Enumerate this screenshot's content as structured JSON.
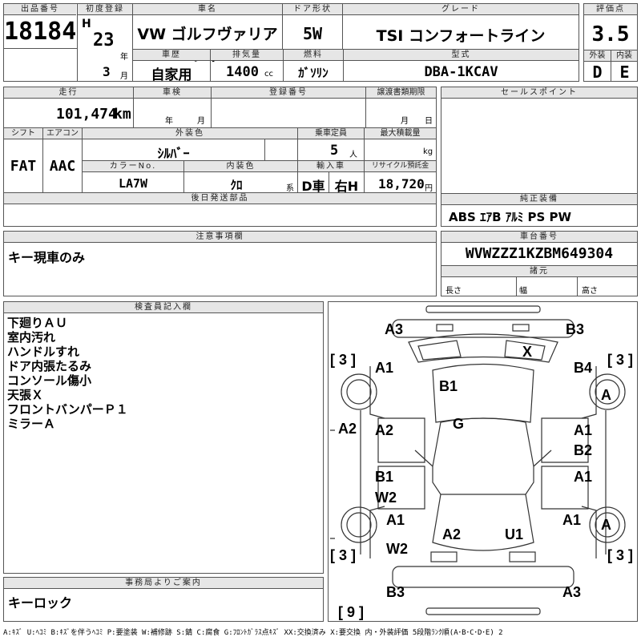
{
  "header": {
    "lot_label": "出品番号",
    "lot": "18184",
    "reg_label": "初度登録",
    "era": "H",
    "year": "23",
    "year_unit": "年",
    "month": "3",
    "month_unit": "月",
    "name_label": "車名",
    "name": "VW ゴルフヴァリアント",
    "door_label": "ドア形状",
    "door": "5W",
    "grade_label": "グレード",
    "grade": "TSI コンフォートライン",
    "score_label": "評価点",
    "score": "3.5",
    "history_label": "車歴",
    "history": "自家用",
    "disp_label": "排気量",
    "disp": "1400",
    "disp_unit": "cc",
    "fuel_label": "燃料",
    "fuel": "ｶﾞｿﾘﾝ",
    "model_label": "型式",
    "model": "DBA-1KCAV",
    "ext_label": "外装",
    "ext": "D",
    "int_label": "内装",
    "int": "E"
  },
  "row2": {
    "mileage_label": "走行",
    "mileage": "101,474",
    "mileage_unit": "km",
    "inspection_label": "車検",
    "insp_year": "年",
    "insp_month": "月",
    "regno_label": "登録番号",
    "transfer_label": "譲渡書類期限",
    "tr_month": "月",
    "tr_day": "日",
    "sales_label": "セールスポイント"
  },
  "row3": {
    "shift_label": "シフト",
    "shift": "FAT",
    "ac_label": "エアコン",
    "ac": "AAC",
    "ext_color_label": "外装色",
    "ext_color": "ｼﾙﾊﾞｰ",
    "capacity_label": "乗車定員",
    "capacity": "5",
    "capacity_unit": "人",
    "load_label": "最大積載量",
    "load_unit": "kg",
    "color_no_label": "カラーNo.",
    "color_no": "LA7W",
    "int_color_label": "内装色",
    "int_color": "ｸﾛ",
    "int_color_unit": "系",
    "import_label": "輸入車",
    "import1": "D車",
    "import2": "右H",
    "recycle_label": "リサイクル預託金",
    "recycle": "18,720",
    "recycle_unit": "円",
    "parts_label": "後日発送部品",
    "equip_label": "純正装備",
    "equip": "ABS ｴｱB ｱﾙﾐ PS PW"
  },
  "notes": {
    "caution_label": "注意事項欄",
    "caution": "キー現車のみ",
    "vin_label": "車台番号",
    "vin": "WVWZZZ1KZBM649304",
    "dims_label": "諸元",
    "length": "長さ",
    "width": "幅",
    "height": "高さ",
    "inspector_label": "検査員記入欄",
    "inspector_lines": [
      "下廻りＡＵ",
      "室内汚れ",
      "ハンドルすれ",
      "ドア内張たるみ",
      "コンソール傷小",
      "天張Ｘ",
      "フロントバンパーＰ１",
      "ミラーＡ"
    ],
    "office_label": "事務局よりご案内",
    "office": "キーロック"
  },
  "diagram": {
    "marks": {
      "a3_tl": "A3",
      "b3_tr": "B3",
      "x_top": "X",
      "br3_tl": "[ 3 ]",
      "br3_tr": "[ 3 ]",
      "a1_l1": "A1",
      "b4_r": "B4",
      "a_wheel_tr": "A",
      "b1_top": "B1",
      "g_center": "G",
      "a2_left": "A2",
      "a2_l": "A2",
      "a1_r1": "A1",
      "b2_r": "B2",
      "b1_l": "B1",
      "w2_l1": "W2",
      "a1_r2": "A1",
      "a1_l2": "A1",
      "a1_r3": "A1",
      "a_wheel_br": "A",
      "a2_bot": "A2",
      "u1_bot": "U1",
      "w2_l2": "W2",
      "br3_bl": "[ 3 ]",
      "br3_br": "[ 3 ]",
      "b3_bl": "B3",
      "a3_br": "A3",
      "br9": "[ 9 ]"
    }
  },
  "legend": "A:ｷｽﾞ U:ﾍｺﾐ B:ｷｽﾞを伴うﾍｺﾐ P:要塗装 W:補修跡 S:錆 C:腐食 G:ﾌﾛﾝﾄｶﾞﾗｽ点ｷｽﾞ XX:交換済み X:要交換 内・外装評価 5段階ﾗﾝｸ順(A･B･C･D･E) 2"
}
